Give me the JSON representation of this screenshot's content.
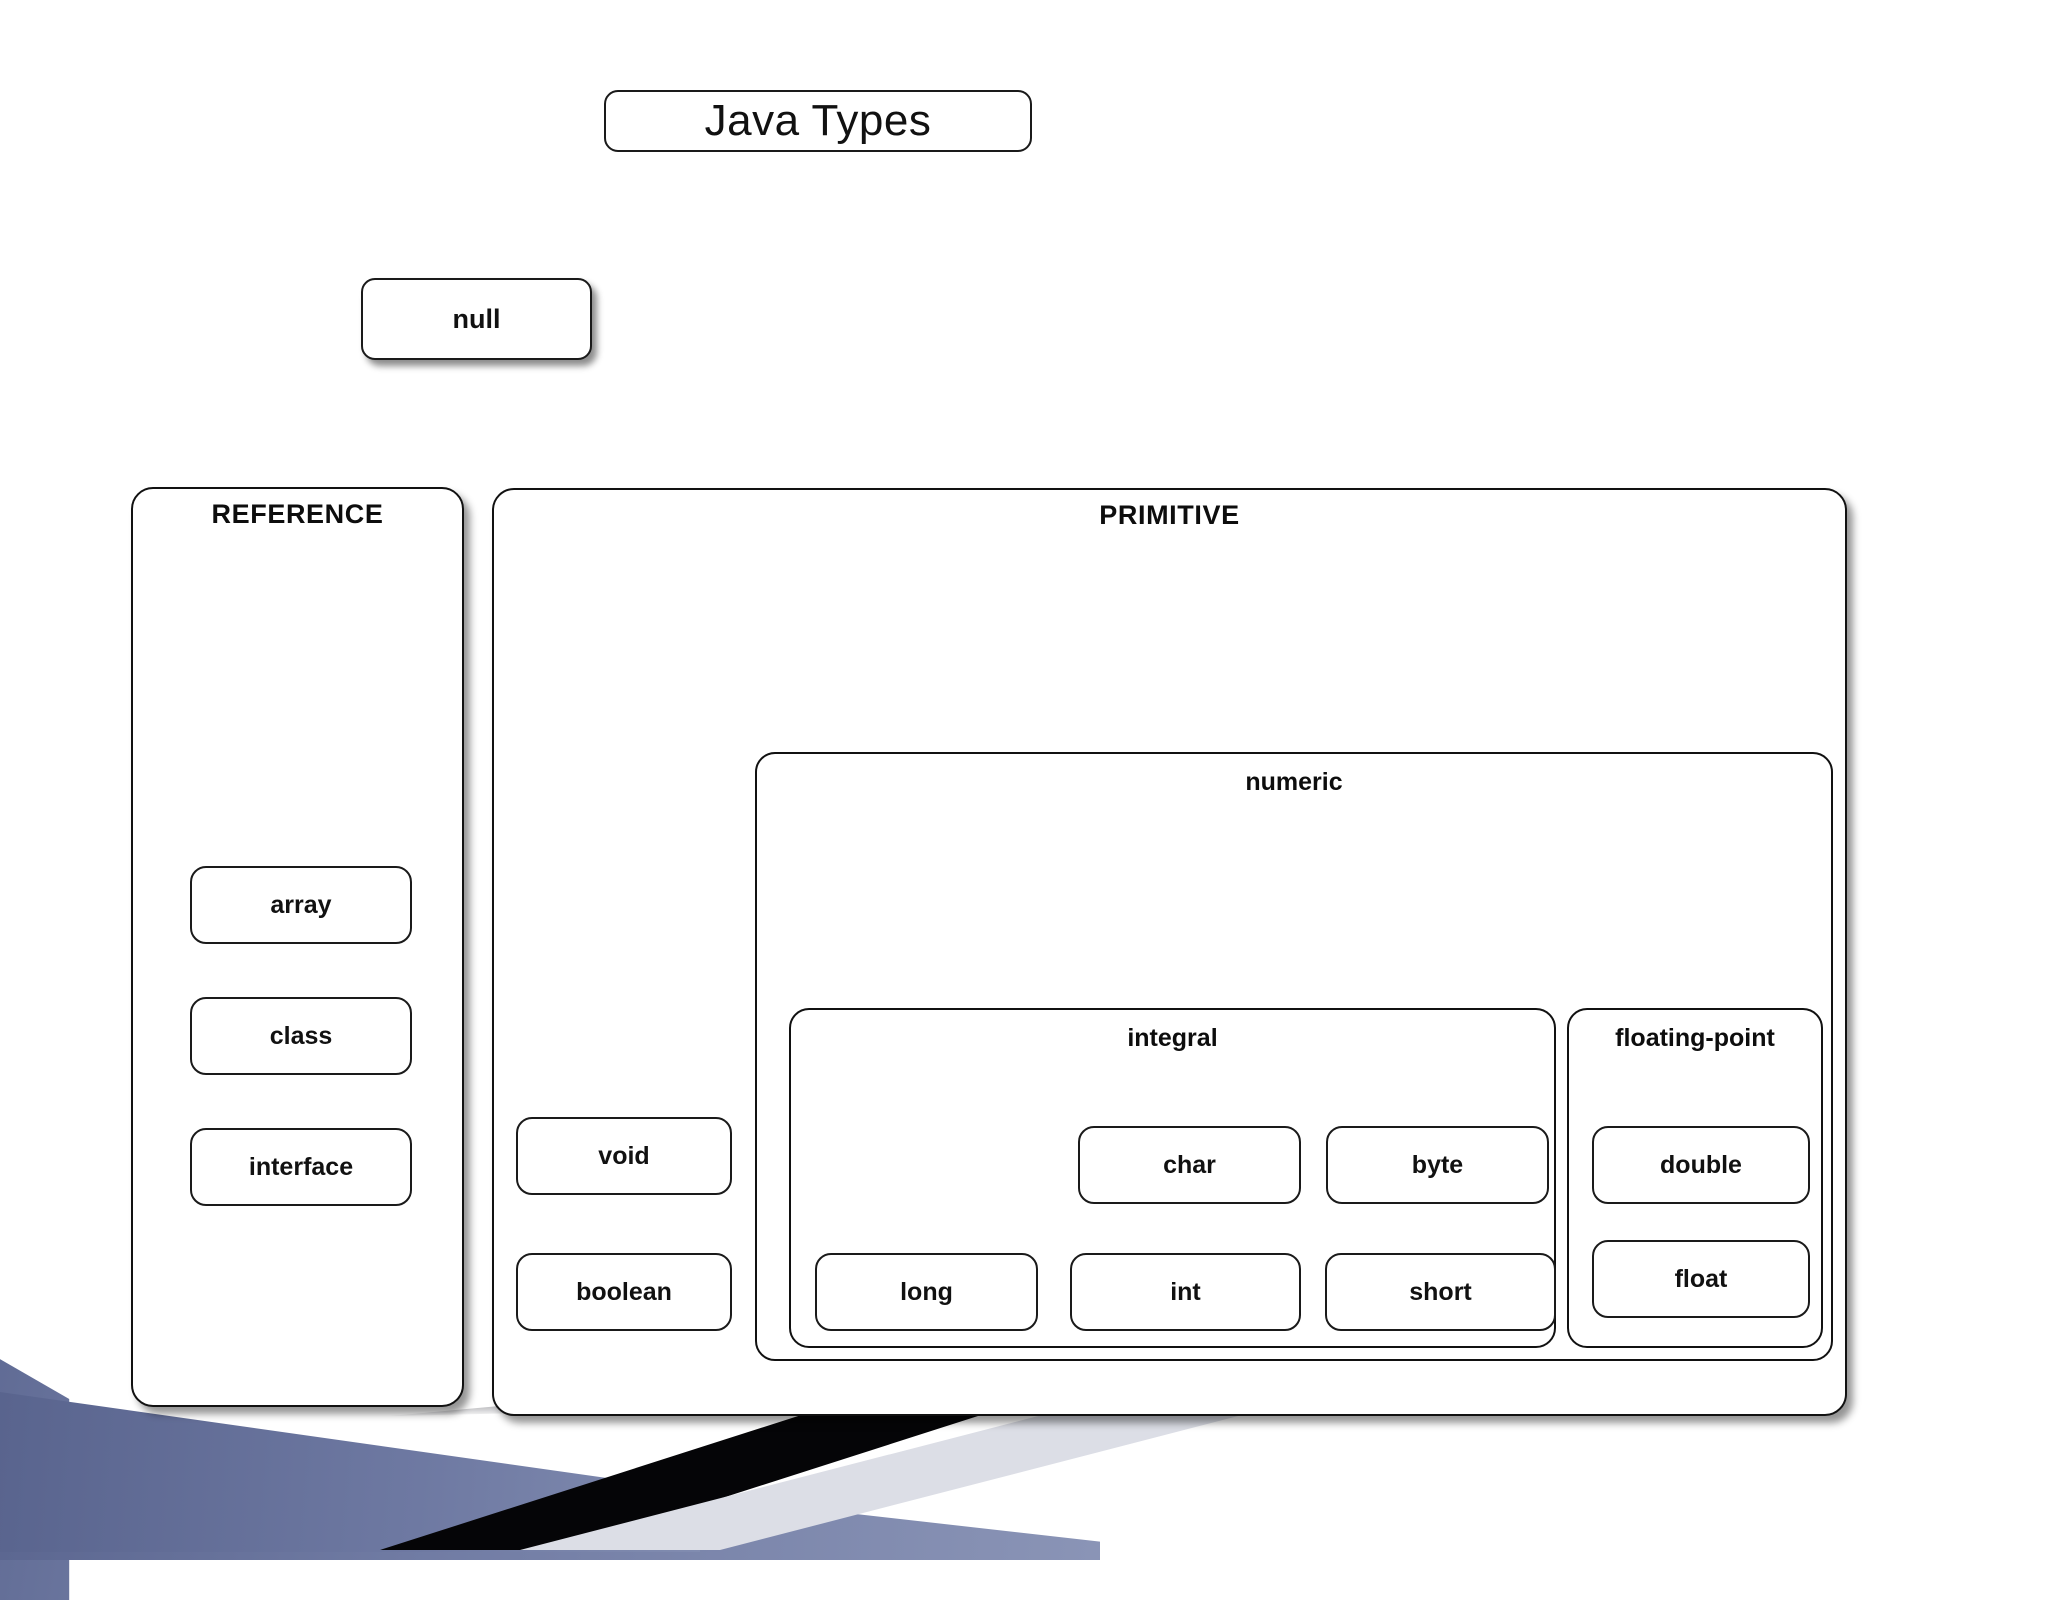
{
  "slide": {
    "title": "Java Types",
    "background_color": "#ffffff",
    "accent_color": "#6b76a0"
  },
  "nodes": {
    "null_label": "null"
  },
  "reference": {
    "title": "REFERENCE",
    "items": [
      {
        "label": "array"
      },
      {
        "label": "class"
      },
      {
        "label": "interface"
      }
    ]
  },
  "primitive": {
    "title": "PRIMITIVE",
    "direct_items": [
      {
        "label": "void"
      },
      {
        "label": "boolean"
      }
    ],
    "numeric": {
      "title": "numeric",
      "integral": {
        "title": "integral",
        "items": [
          {
            "label": "char"
          },
          {
            "label": "byte"
          },
          {
            "label": "long"
          },
          {
            "label": "int"
          },
          {
            "label": "short"
          }
        ]
      },
      "floating_point": {
        "title": "floating-point",
        "items": [
          {
            "label": "double"
          },
          {
            "label": "float"
          }
        ]
      }
    }
  }
}
